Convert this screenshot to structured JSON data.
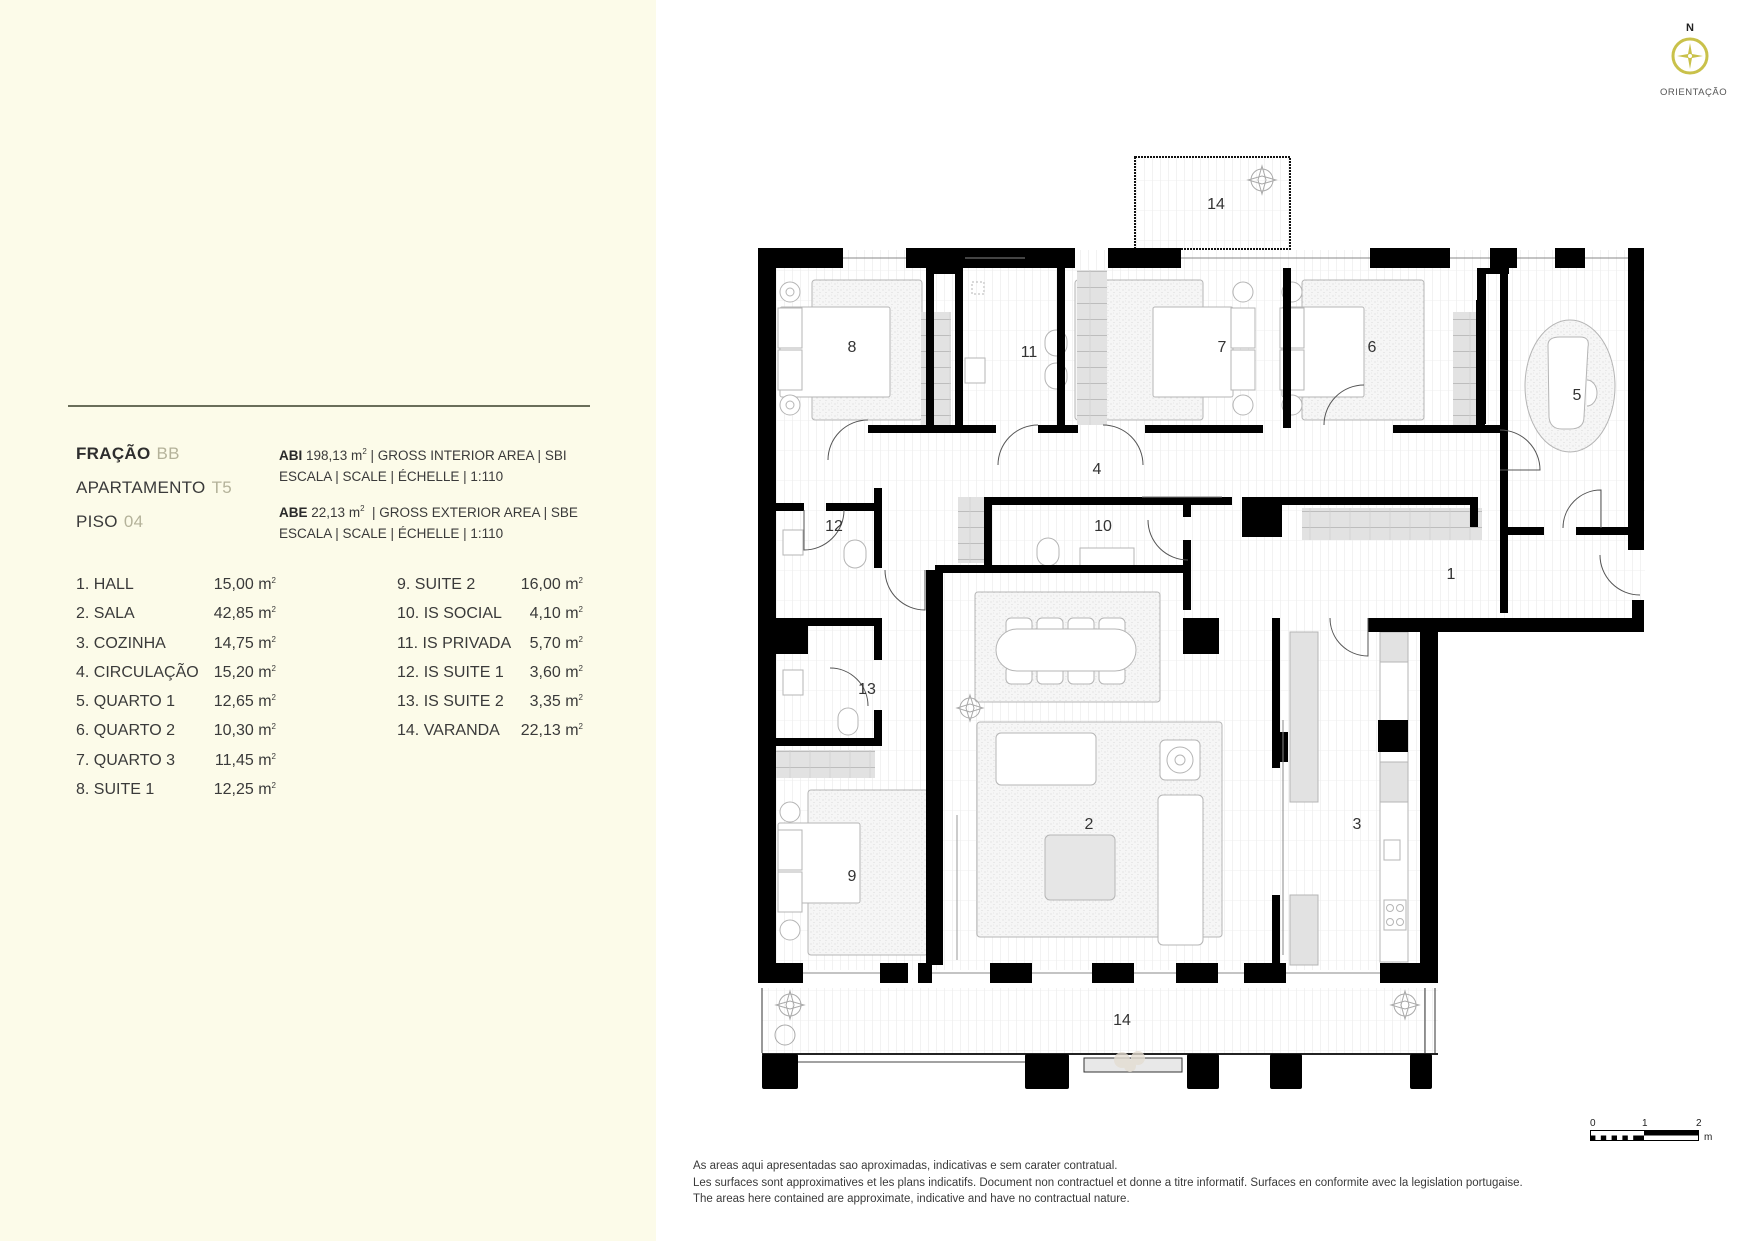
{
  "unit": {
    "fraction_label": "FRAÇÃO",
    "fraction_value": "BB",
    "type_label": "APARTAMENTO",
    "type_value": "T5",
    "floor_label": "PISO",
    "floor_value": "04"
  },
  "areas": {
    "abi_label": "ABI",
    "abi_value": "198,13 m",
    "abi_desc": " | GROSS INTERIOR AREA | SBI",
    "abi_scale": "ESCALA | SCALE | ÉCHELLE | 1:110",
    "abe_label": "ABE",
    "abe_value": "22,13 m",
    "abe_desc": "  | GROSS EXTERIOR AREA | SBE",
    "abe_scale": "ESCALA | SCALE | ÉCHELLE | 1:110",
    "unit_sup": "2"
  },
  "rooms": [
    {
      "name": "1. HALL",
      "area": "15,00 m"
    },
    {
      "name": "2. SALA",
      "area": "42,85 m"
    },
    {
      "name": "3. COZINHA",
      "area": "14,75 m"
    },
    {
      "name": "4. CIRCULAÇÃO",
      "area": "15,20 m"
    },
    {
      "name": "5. QUARTO 1",
      "area": "12,65 m"
    },
    {
      "name": "6. QUARTO 2",
      "area": "10,30 m"
    },
    {
      "name": "7. QUARTO 3",
      "area": "11,45 m"
    },
    {
      "name": "8. SUITE 1",
      "area": "12,25 m"
    },
    {
      "name": "9. SUITE 2",
      "area": "16,00 m"
    },
    {
      "name": "10. IS SOCIAL",
      "area": "4,10 m"
    },
    {
      "name": "11. IS PRIVADA",
      "area": "5,70 m"
    },
    {
      "name": "12. IS SUITE 1",
      "area": "3,60 m"
    },
    {
      "name": "13. IS SUITE 2",
      "area": "3,35 m"
    },
    {
      "name": "14. VARANDA",
      "area": "22,13 m"
    }
  ],
  "compass": {
    "north": "N",
    "label": "ORIENTAÇÃO",
    "accent_color": "#c9c14a"
  },
  "plan_labels": {
    "r1": "1",
    "r2": "2",
    "r3": "3",
    "r4": "4",
    "r5": "5",
    "r6": "6",
    "r7": "7",
    "r8": "8",
    "r9": "9",
    "r10": "10",
    "r11": "11",
    "r12": "12",
    "r13": "13",
    "r14_top": "14",
    "r14_bottom": "14"
  },
  "scale_bar": {
    "t0": "0",
    "t1": "1",
    "t2": "2",
    "unit": "m"
  },
  "disclaimer": {
    "pt": "As areas aqui apresentadas sao aproximadas, indicativas e sem carater contratual.",
    "fr": "Les surfaces sont approximatives et les plans indicatifs. Document non contractuel et donne a titre informatif. Surfaces en conformite avec la legislation portugaise.",
    "en": "The areas here contained are approximate, indicative and have no contractual nature."
  },
  "colors": {
    "panel_bg": "#fcfbe9",
    "muted_value": "#b4b29a",
    "wall": "#000000"
  }
}
